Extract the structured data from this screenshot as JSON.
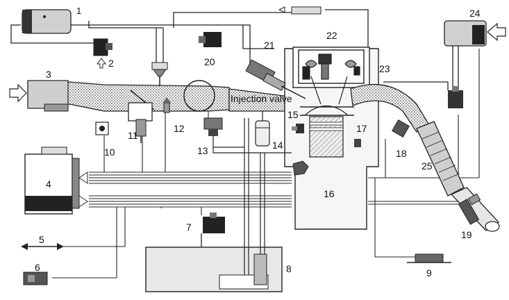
{
  "diagram": {
    "labels": {
      "n1": "1",
      "n2": "2",
      "n3": "3",
      "n4": "4",
      "n5": "5",
      "n6": "6",
      "n7": "7",
      "n8": "8",
      "n9": "9",
      "n10": "10",
      "n11": "11",
      "n12": "12",
      "n13": "13",
      "n14": "14",
      "n15": "15",
      "n16": "16",
      "n17": "17",
      "n18": "18",
      "n19": "19",
      "n20": "20",
      "n21": "21",
      "n22": "22",
      "n23": "23",
      "n24": "24",
      "n25": "25",
      "injection": "Injection valve"
    },
    "colors": {
      "ink": "#1a1a1a",
      "dark": "#2b2b2b",
      "fill_gray": "#d9d9d9",
      "hatch": "#9a9a9a",
      "paper": "#ffffff"
    }
  }
}
